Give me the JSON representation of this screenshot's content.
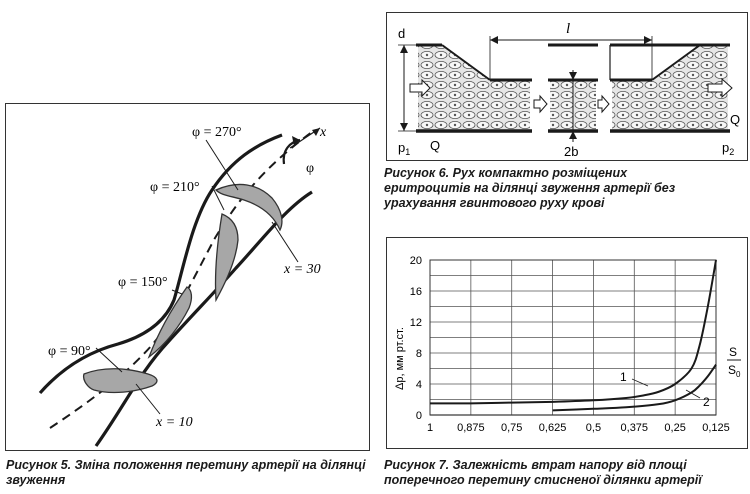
{
  "figure5": {
    "caption": "Рисунок 5. Зміна положення перетину артерії на ділянці звуження",
    "labels": {
      "phi270": "φ = 270°",
      "phi210": "φ = 210°",
      "phi150": "φ = 150°",
      "phi90": "φ = 90°",
      "x_axis": "x",
      "phi_axis": "φ",
      "x30": "x = 30",
      "x10": "x = 10"
    }
  },
  "figure6": {
    "caption": "Рисунок 6. Рух компактно розміщених еритроцитів на ділянці звуження артерії без урахування гвинтового руху крові",
    "labels": {
      "d": "d",
      "l": "l",
      "p1": "p",
      "p1_sub": "1",
      "p2": "p",
      "p2_sub": "2",
      "q_left": "Q",
      "q_right": "Q",
      "two_b": "2b"
    }
  },
  "figure7": {
    "caption": "Рисунок 7. Залежність втрат напору від площі поперечного перетину стисненої ділянки артерії",
    "ratio_num": "S",
    "ratio_den": "S",
    "ratio_den_sub": "0",
    "curve1_label": "1",
    "curve2_label": "2"
  },
  "chart_data": {
    "type": "line",
    "title": "",
    "xlabel": "S/S0",
    "ylabel": "Δp, мм рт.ст.",
    "x_ticks": [
      "1",
      "0,875",
      "0,75",
      "0,625",
      "0,5",
      "0,375",
      "0,25",
      "0,125"
    ],
    "y_ticks": [
      "0",
      "4",
      "8",
      "12",
      "16",
      "20"
    ],
    "xlim": [
      1,
      0.125
    ],
    "ylim": [
      0,
      20
    ],
    "grid": true,
    "series": [
      {
        "name": "1",
        "x": [
          1,
          0.875,
          0.75,
          0.625,
          0.5,
          0.4,
          0.35,
          0.3,
          0.25,
          0.2,
          0.175,
          0.15,
          0.125
        ],
        "y": [
          1.5,
          1.5,
          1.6,
          1.7,
          1.9,
          2.2,
          2.5,
          3.0,
          4.0,
          6.0,
          9.0,
          14.0,
          20.0
        ]
      },
      {
        "name": "2",
        "x": [
          0.625,
          0.5,
          0.4,
          0.3,
          0.25,
          0.2,
          0.175,
          0.15,
          0.125
        ],
        "y": [
          0.6,
          0.8,
          1.0,
          1.4,
          1.9,
          2.9,
          3.8,
          5.0,
          6.5
        ]
      }
    ]
  }
}
